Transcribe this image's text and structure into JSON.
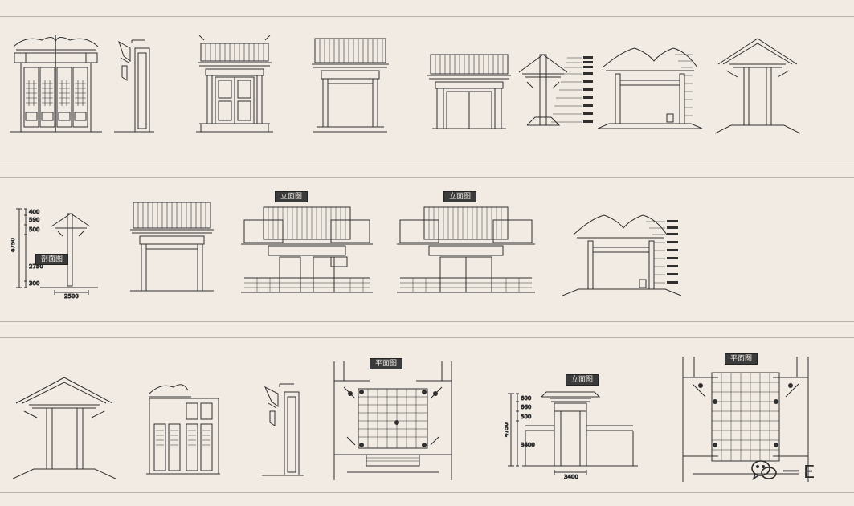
{
  "labels": {
    "elevation": "立面图",
    "section": "剖面图",
    "plan": "平面图"
  },
  "dimensions": {
    "row2_height": "4750",
    "row2_sub": [
      "400",
      "590",
      "500",
      "2750",
      "300"
    ],
    "row2_width": "2500",
    "row3_height": "4750",
    "row3_sub": [
      "600",
      "660",
      "500",
      "3400"
    ],
    "row3_width": "3400"
  },
  "watermark": {
    "text": "一Ｅ"
  },
  "colors": {
    "background": "#f1ebe4",
    "line": "#2f2f2f",
    "rule": "#b9b2ab"
  }
}
